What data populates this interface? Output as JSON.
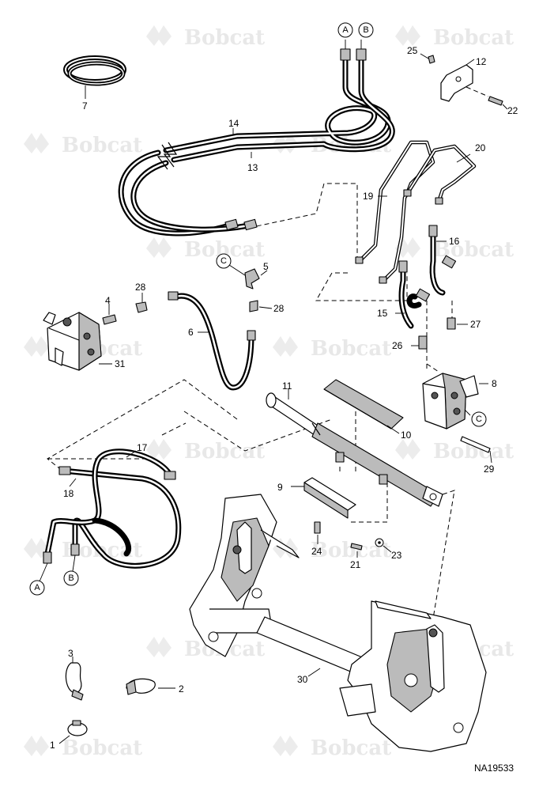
{
  "watermark": {
    "text": "Bobcat"
  },
  "figure_id": "NA19533",
  "connectors": {
    "A": "A",
    "B": "B",
    "C": "C"
  },
  "callouts": {
    "n1": "1",
    "n2": "2",
    "n3": "3",
    "n4": "4",
    "n5": "5",
    "n6": "6",
    "n7": "7",
    "n8": "8",
    "n9": "9",
    "n10": "10",
    "n11": "11",
    "n12": "12",
    "n13": "13",
    "n14": "14",
    "n15": "15",
    "n16": "16",
    "n17": "17",
    "n18": "18",
    "n19": "19",
    "n20": "20",
    "n21": "21",
    "n22": "22",
    "n23": "23",
    "n24": "24",
    "n25": "25",
    "n26": "26",
    "n27": "27",
    "n28": "28",
    "n29": "29",
    "n30": "30",
    "n31": "31"
  }
}
